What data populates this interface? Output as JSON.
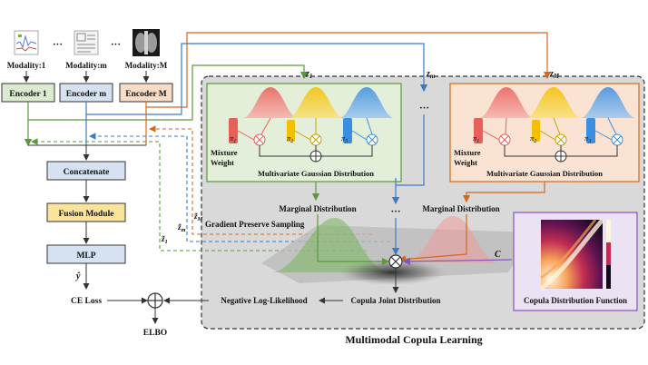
{
  "modalities": {
    "m1": "Modality:1",
    "mm": "Modality:m",
    "mM": "Modality:M",
    "dots1": "···",
    "dots2": "···"
  },
  "encoders": {
    "e1": "Encoder 1",
    "em": "Encoder m",
    "eM": "Encoder M"
  },
  "pipeline": {
    "concat": "Concatenate",
    "fusion": "Fusion Module",
    "mlp": "MLP",
    "yhat": "ŷ",
    "ce_loss": "CE Loss",
    "elbo": "ELBO",
    "nll": "Negative Log-Likelihood"
  },
  "latents": {
    "z1": "z",
    "z1_sub": "1",
    "zm": "z",
    "zm_sub": "m",
    "zM": "z",
    "zM_sub": "M",
    "zdots": "···",
    "zt1": "z̃",
    "zt1_sub": "1",
    "ztm": "z̃",
    "ztm_sub": "m",
    "ztM": "z̃",
    "ztM_sub": "M"
  },
  "gmm": {
    "pi1": "π",
    "pi1_sub": "1",
    "pi2": "π",
    "pi2_sub": "2",
    "pi3": "π",
    "pi3_sub": "3",
    "mixture1": "Mixture",
    "weight1": "Weight",
    "mixture2": "Mixture",
    "weight2": "Weight",
    "mgd1": "Multivariate Gaussian Distribution",
    "mgd2": "Multivariate Gaussian Distribution"
  },
  "copula": {
    "marg1": "Marginal Distribution",
    "marg2": "Marginal Distribution",
    "mdots": "···",
    "gps": "Gradient Preserve Sampling",
    "c": "C",
    "joint": "Copula Joint Distribution",
    "cdf": "Copula Distribution Function",
    "title": "Multimodal Copula Learning"
  },
  "colors": {
    "green": "#5a9a3a",
    "blue": "#3a7bc8",
    "orange": "#d2691e",
    "purple": "#8a4fc0",
    "red": "#e8605a",
    "yellow": "#f2c000",
    "lightblue": "#3b8fe0"
  }
}
